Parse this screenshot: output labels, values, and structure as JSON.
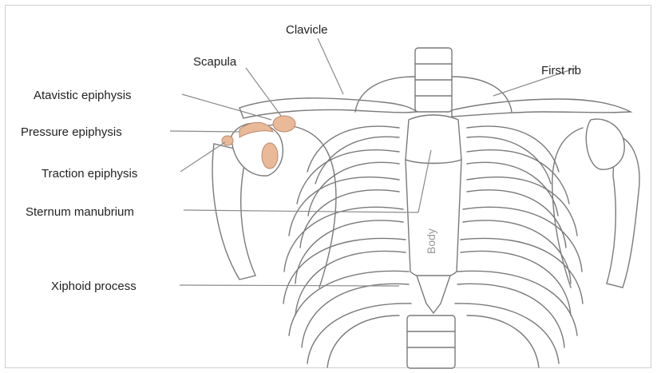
{
  "labels": {
    "clavicle": "Clavicle",
    "scapula": "Scapula",
    "first_rib": "First rib",
    "atavistic_epiphysis": "Atavistic epiphysis",
    "pressure_epiphysis": "Pressure epiphysis",
    "traction_epiphysis": "Traction epiphysis",
    "sternum_manubrium": "Sternum manubrium",
    "xiphoid_process": "Xiphoid process",
    "body": "Body"
  },
  "colors": {
    "epiphysis_highlight": "#eab998",
    "bone_outline": "#7a7a7a",
    "label_text": "#222222"
  }
}
